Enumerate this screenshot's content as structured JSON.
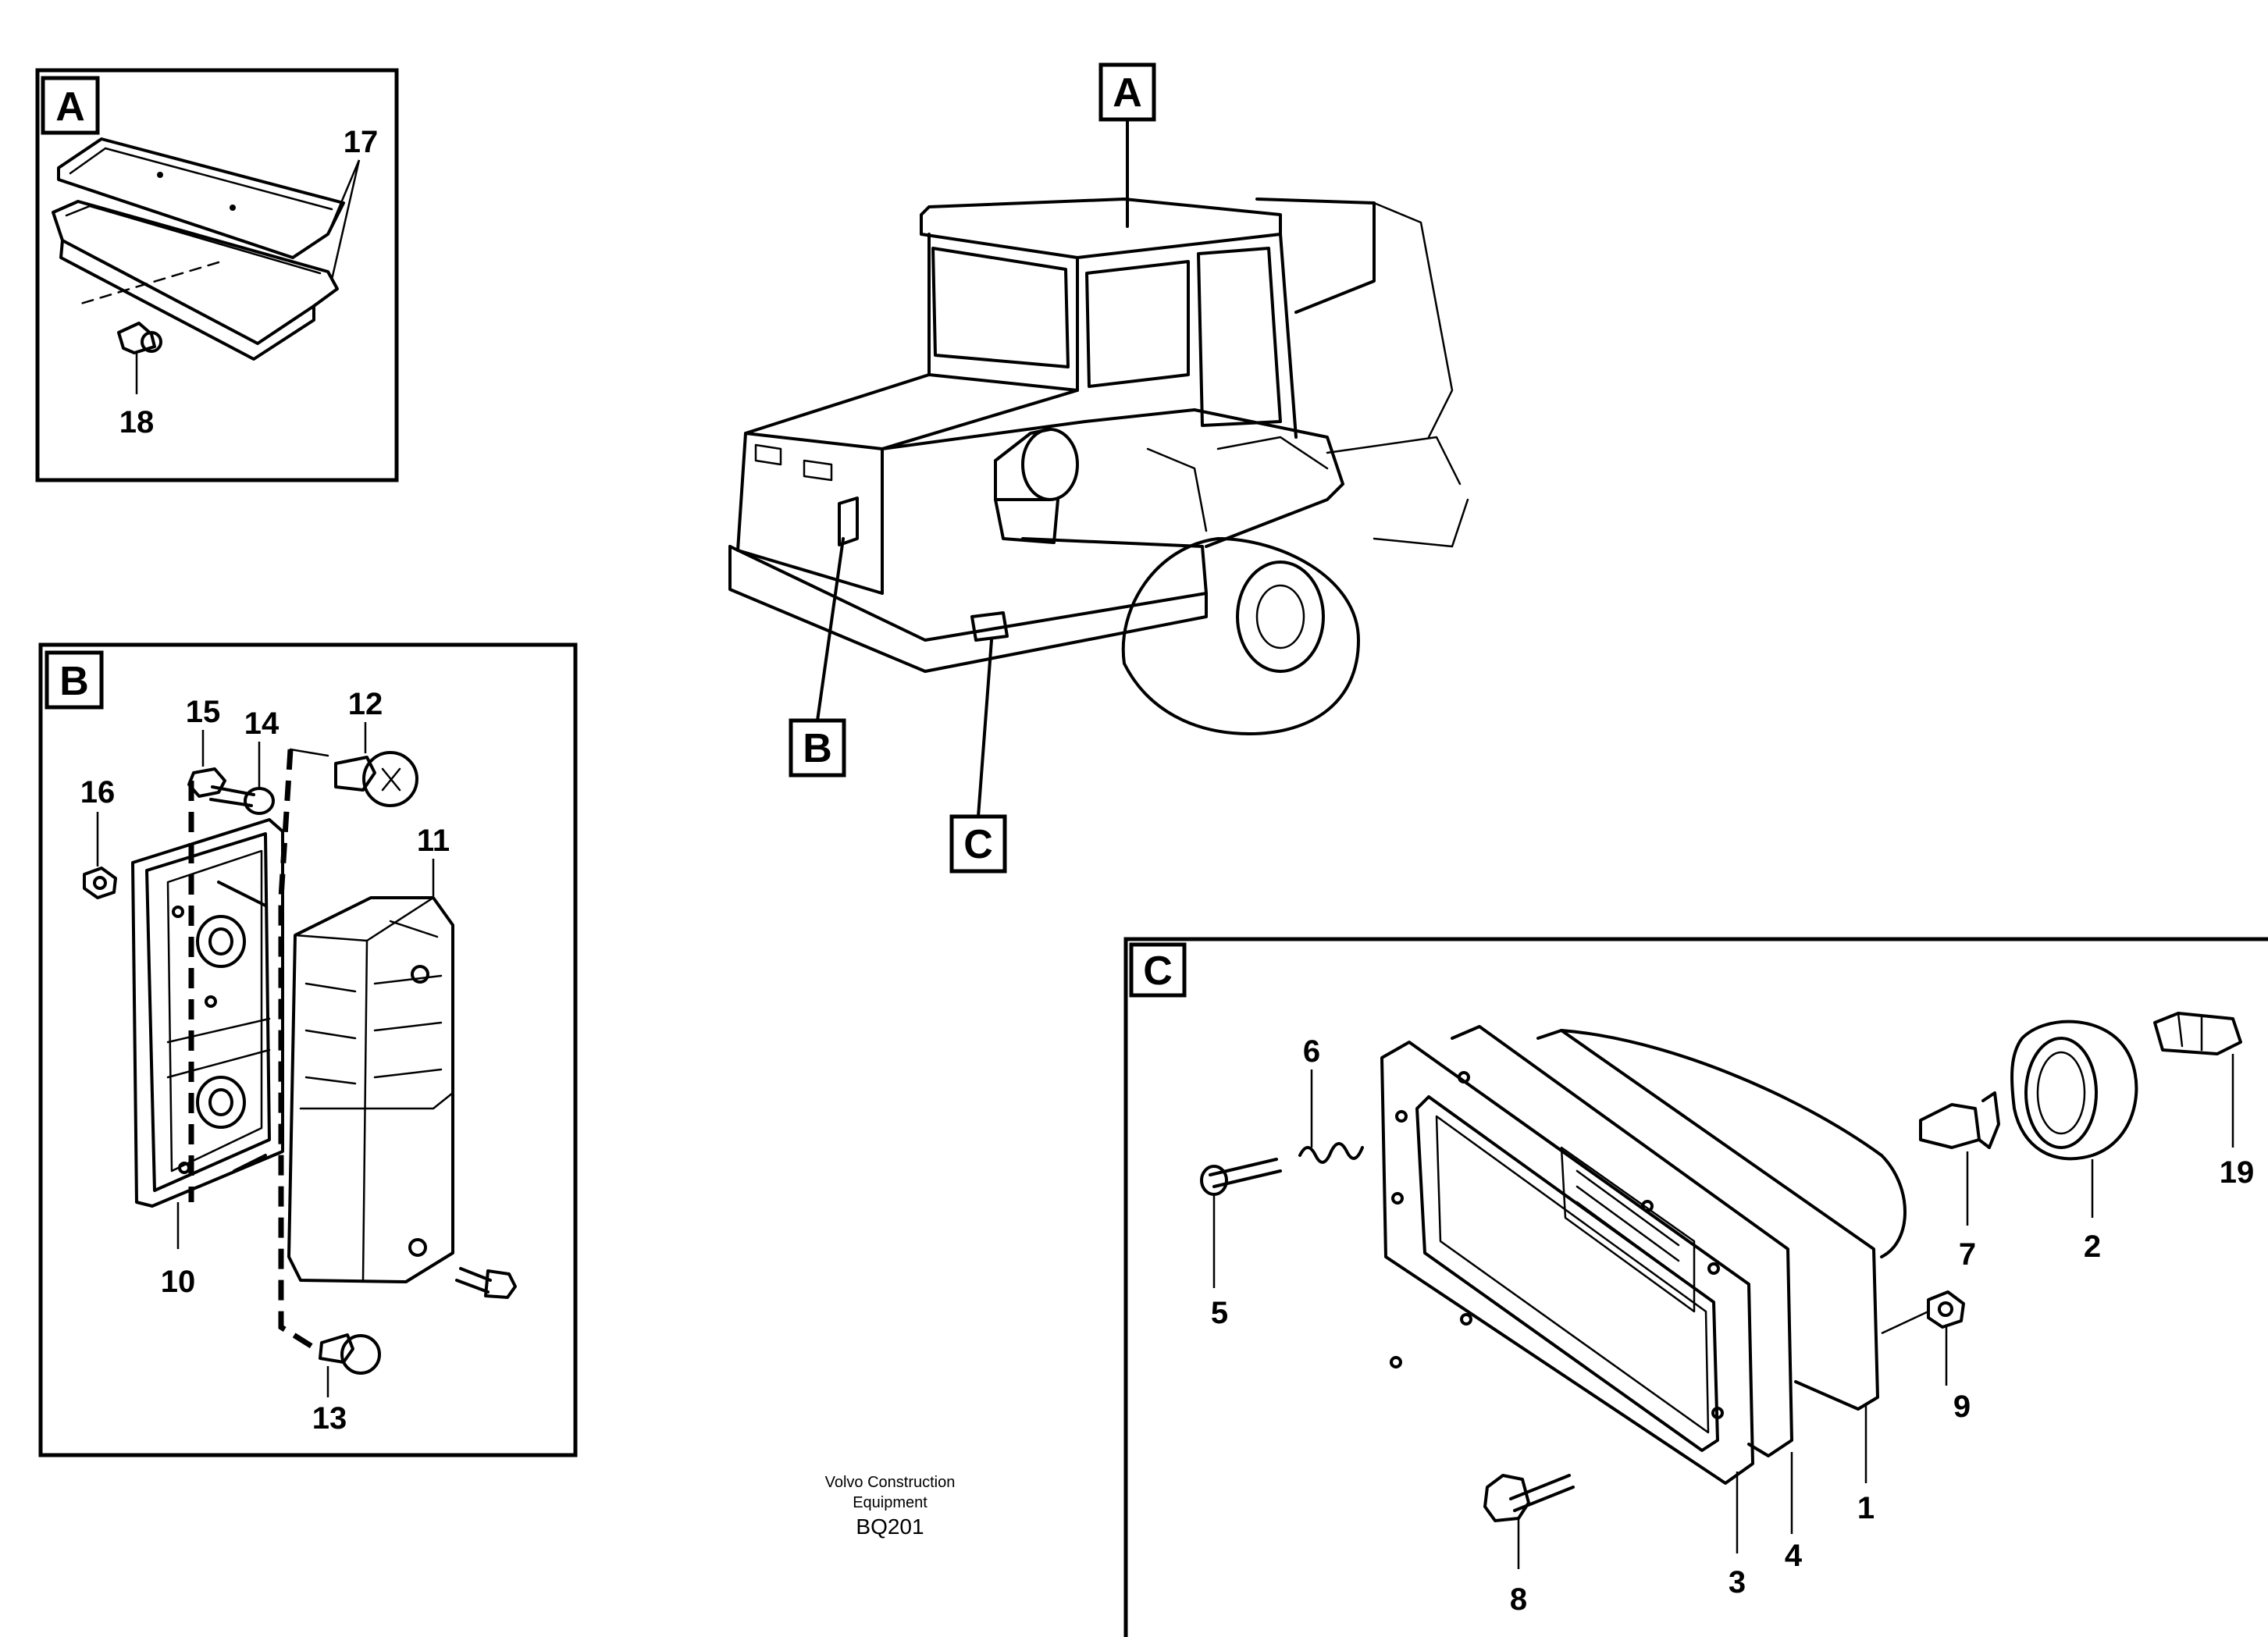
{
  "caption": {
    "line1": "Volvo Construction",
    "line2": "Equipment",
    "code": "BQ201"
  },
  "overview": {
    "callout_a": "A",
    "callout_b": "B",
    "callout_c": "C"
  },
  "detail_a": {
    "tag": "A",
    "parts": [
      "17",
      "18"
    ]
  },
  "detail_b": {
    "tag": "B",
    "parts": [
      "10",
      "11",
      "12",
      "13",
      "14",
      "15",
      "16"
    ]
  },
  "detail_c": {
    "tag": "C",
    "parts": [
      "1",
      "2",
      "3",
      "4",
      "5",
      "6",
      "7",
      "8",
      "9",
      "19"
    ]
  }
}
